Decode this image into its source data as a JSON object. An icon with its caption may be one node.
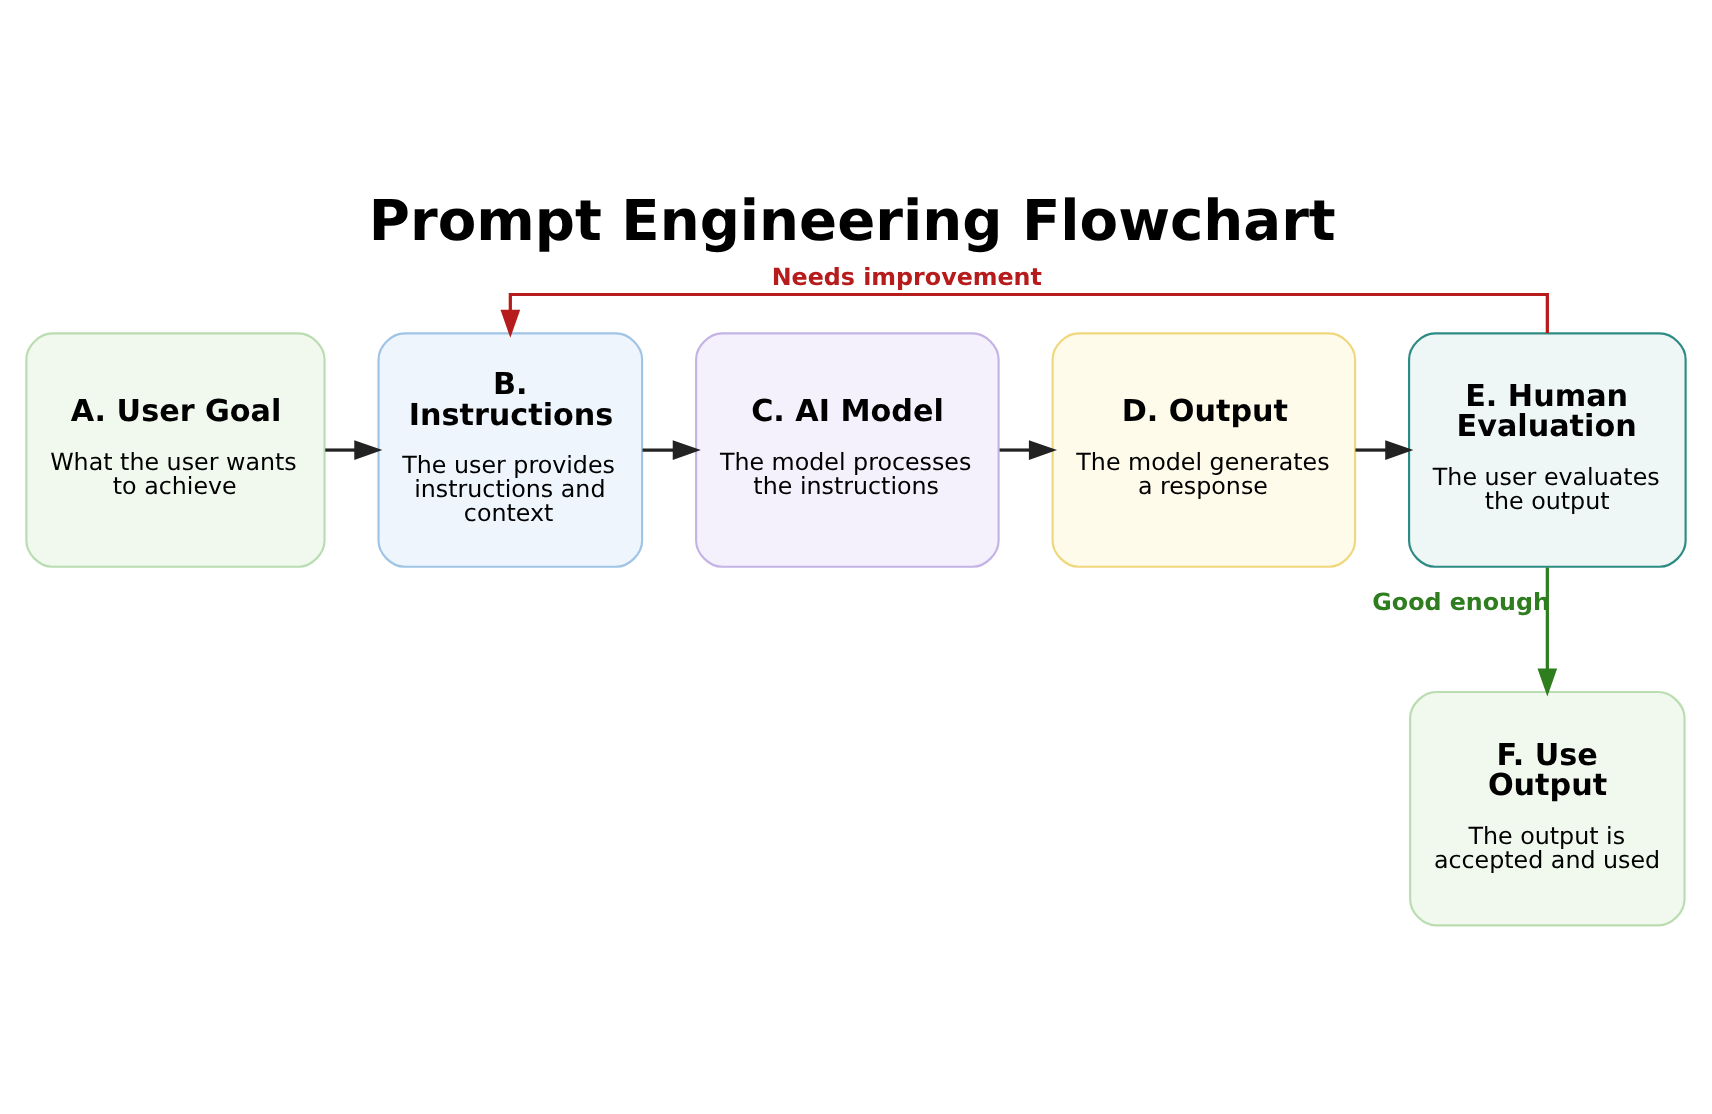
{
  "diagram": {
    "title": "Prompt Engineering Flowchart",
    "nodes": [
      {
        "text": [
          "A. User Goal",
          "What the user wants to achieve"
        ]
      },
      {
        "text": [
          "B. Instructions",
          "The user provides instructions and context"
        ]
      },
      {
        "text": [
          "C. AI Model",
          "The model processes the instructions"
        ]
      },
      {
        "text": [
          "D. Output",
          "The model generates a response"
        ]
      },
      {
        "text": [
          "E. Human Evaluation",
          "The user evaluates the output"
        ]
      },
      {
        "text": [
          "F. Use Output",
          "The output is accepted and used"
        ]
      }
    ],
    "edges": [
      {
        "from": 0,
        "to": 1,
        "arrow": "to"
      },
      {
        "from": 1,
        "to": 2,
        "arrow": "to"
      },
      {
        "from": 2,
        "to": 3,
        "arrow": "to"
      },
      {
        "from": 3,
        "to": 4,
        "arrow": "to"
      },
      {
        "from": 4,
        "to": 5,
        "arrow": "to",
        "label": "Good enough",
        "color": "#2e7d1e"
      },
      {
        "from": 4,
        "to": 1,
        "arrow": "to",
        "label": "Needs improvement",
        "color": "#b71c1c"
      }
    ]
  }
}
